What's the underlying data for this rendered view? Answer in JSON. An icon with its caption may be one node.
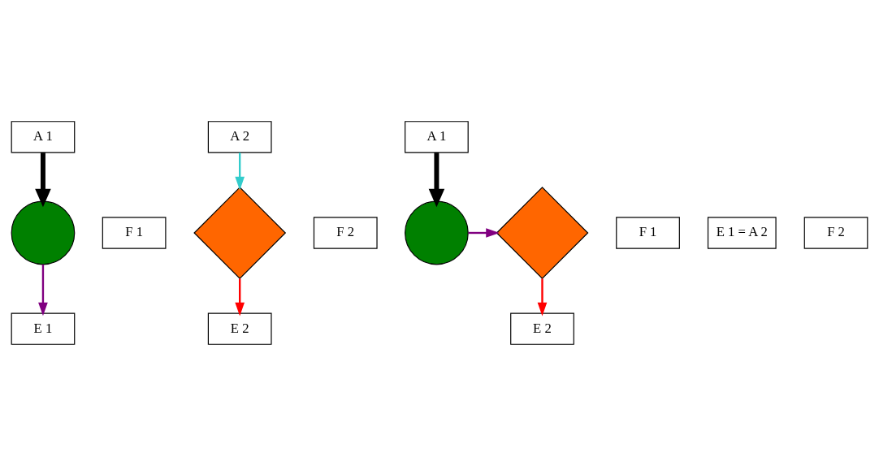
{
  "diagram": {
    "nodes": [
      {
        "text": [
          "A 1"
        ]
      },
      {
        "text": [
          "E 1"
        ]
      },
      {
        "text": [],
        "shape": "circle"
      },
      {
        "text": [
          "F 1"
        ]
      },
      {
        "text": [
          "A 2"
        ]
      },
      {
        "text": [
          "E 2"
        ]
      },
      {
        "text": [],
        "shape": "diamond"
      },
      {
        "text": [
          "F 2"
        ]
      },
      {
        "text": [
          "A 1"
        ]
      },
      {
        "text": [],
        "shape": "circle"
      },
      {
        "text": [
          "F 1"
        ]
      },
      {
        "text": [
          "E 1 = A 2"
        ]
      },
      {
        "text": [],
        "shape": "diamond"
      },
      {
        "text": [
          "F 2"
        ]
      },
      {
        "text": [
          "E 2"
        ]
      }
    ],
    "edges": [
      {
        "from": 0,
        "to": 2,
        "arrow": "to",
        "style": "thick"
      },
      {
        "from": 2,
        "to": 1,
        "arrow": "to",
        "color": "#800080"
      },
      {
        "from": 4,
        "to": 6,
        "arrow": "to",
        "color": "#33cccc"
      },
      {
        "from": 6,
        "to": 5,
        "arrow": "to",
        "color": "#ff0000"
      },
      {
        "from": 8,
        "to": 9,
        "arrow": "to",
        "style": "thick"
      },
      {
        "from": 9,
        "to": 12,
        "arrow": "to",
        "color": "#800080"
      },
      {
        "from": 12,
        "to": 14,
        "arrow": "to",
        "color": "#ff0000"
      }
    ]
  }
}
